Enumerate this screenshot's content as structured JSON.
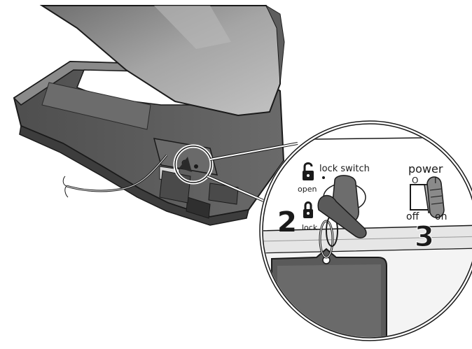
{
  "labels": {
    "lock_switch": "lock switch",
    "open": "open",
    "lock": "lock",
    "power": "power",
    "power_off_symbol": "O",
    "power_on_symbol": "I",
    "off": "off",
    "on": "on"
  },
  "steps": {
    "step_2": "2",
    "step_3": "3"
  },
  "colors": {
    "base_dark": "#5a5a5a",
    "base_mid": "#7d7d7d",
    "seat_light": "#9a9a9a",
    "outline": "#1a1a1a"
  }
}
